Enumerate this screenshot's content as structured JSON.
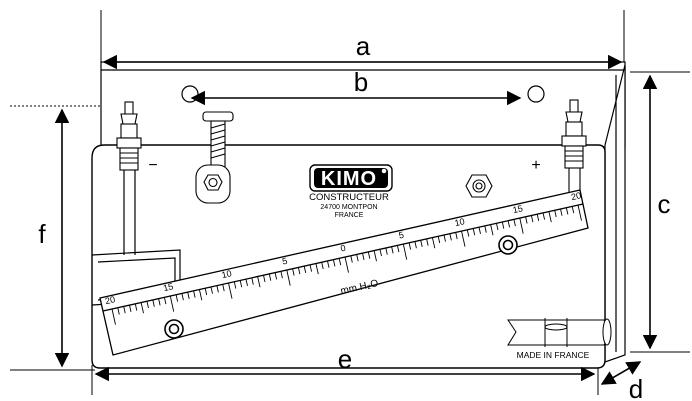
{
  "dimension_labels": {
    "a": "a",
    "b": "b",
    "c": "c",
    "d": "d",
    "e": "e",
    "f": "f"
  },
  "device": {
    "brand": "KIMO",
    "registered_mark": "®",
    "subtitle": "CONSTRUCTEUR",
    "address_line1": "24700 MONTPON",
    "address_line2": "FRANCE",
    "minus_sign": "−",
    "plus_sign": "+",
    "made_in": "MADE IN FRANCE",
    "scale_unit": "mm H₂O",
    "scale_ticks": [
      "20",
      "15",
      "10",
      "5",
      "0",
      "5",
      "10",
      "15",
      "20"
    ]
  },
  "colors": {
    "line": "#000000",
    "background": "#ffffff"
  }
}
